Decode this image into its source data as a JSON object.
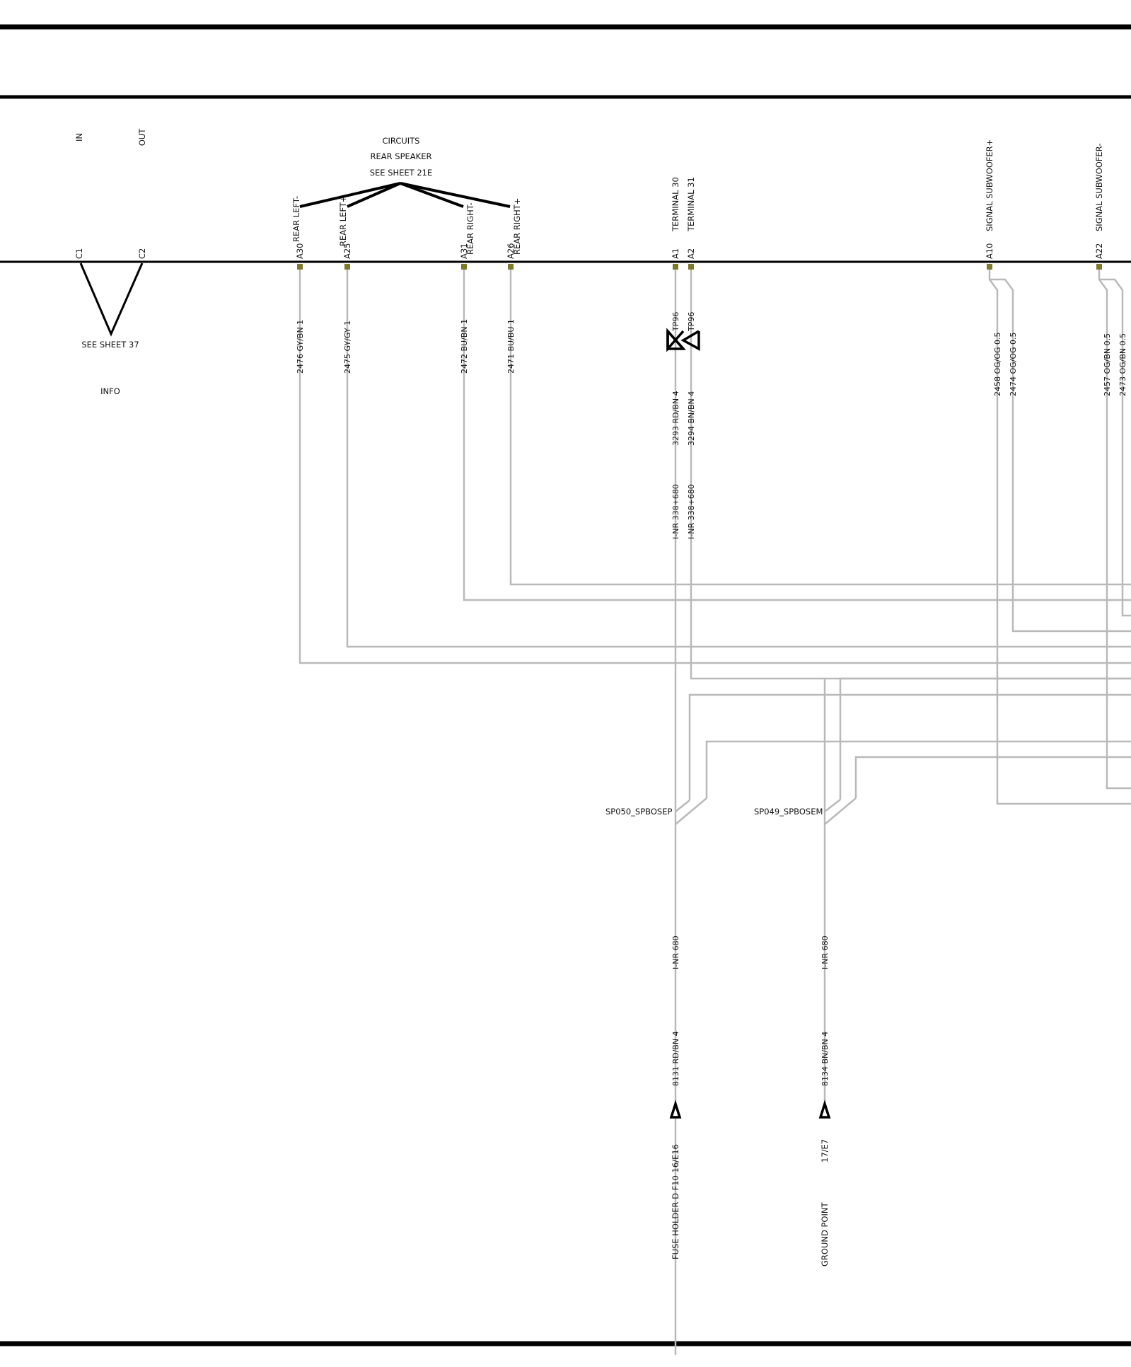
{
  "colors": {
    "wire": "#b9b9b9",
    "frame": "#000000",
    "pin": "#7d7a2a",
    "text": "#111111"
  },
  "connector_info": {
    "in_label": "IN",
    "out_label": "OUT",
    "c1": "C1",
    "c2": "C2",
    "see_sheet": "SEE SHEET 37",
    "info": "INFO"
  },
  "speaker_group": {
    "line1": "CIRCUITS",
    "line2": "REAR SPEAKER",
    "line3": "SEE SHEET 21E"
  },
  "pins": {
    "a30": {
      "pin": "A30",
      "signal": "REAR LEFT-",
      "wire": "2476 GY/BN 1"
    },
    "a25": {
      "pin": "A25",
      "signal": "REAR LEFT+",
      "wire": "2475 GY/GY 1"
    },
    "a31": {
      "pin": "A31",
      "signal": "REAR RIGHT-",
      "wire": "2472 BU/BN 1"
    },
    "a26": {
      "pin": "A26",
      "signal": "REAR RIGHT+",
      "wire": "2471 BU/BU 1"
    },
    "a1": {
      "pin": "A1",
      "signal": "TERMINAL 30",
      "tp": "TP96",
      "wire": "3293 RD/BN 4",
      "ref": "I-NR 338+680"
    },
    "a2": {
      "pin": "A2",
      "signal": "TERMINAL 31",
      "tp": "TP96",
      "wire": "3294 BN/BN 4",
      "ref": "I-NR 338+680"
    },
    "a10": {
      "pin": "A10",
      "signal": "SIGNAL  SUBWOOFER+",
      "wire1": "2458 OG/OG 0.5",
      "wire2": "2474 OG/OG 0.5"
    },
    "a22": {
      "pin": "A22",
      "signal": "SIGNAL  SUBWOOFER-",
      "wire1": "2457 OG/BN 0.5",
      "wire2": "2473 OG/BN 0.5"
    }
  },
  "splices": {
    "sp050": {
      "name": "SP050_SPBOSEP",
      "ref": "I-NR 680",
      "wire": "8131 RD/BN 4",
      "dest1": "FUSE HOLDER D    F10  16/E16"
    },
    "sp049": {
      "name": "SP049_SPBOSEM",
      "ref": "I-NR 680",
      "wire": "8134 BN/BN 4",
      "dest1": "GROUND POINT",
      "dest2": "17/E7"
    }
  }
}
